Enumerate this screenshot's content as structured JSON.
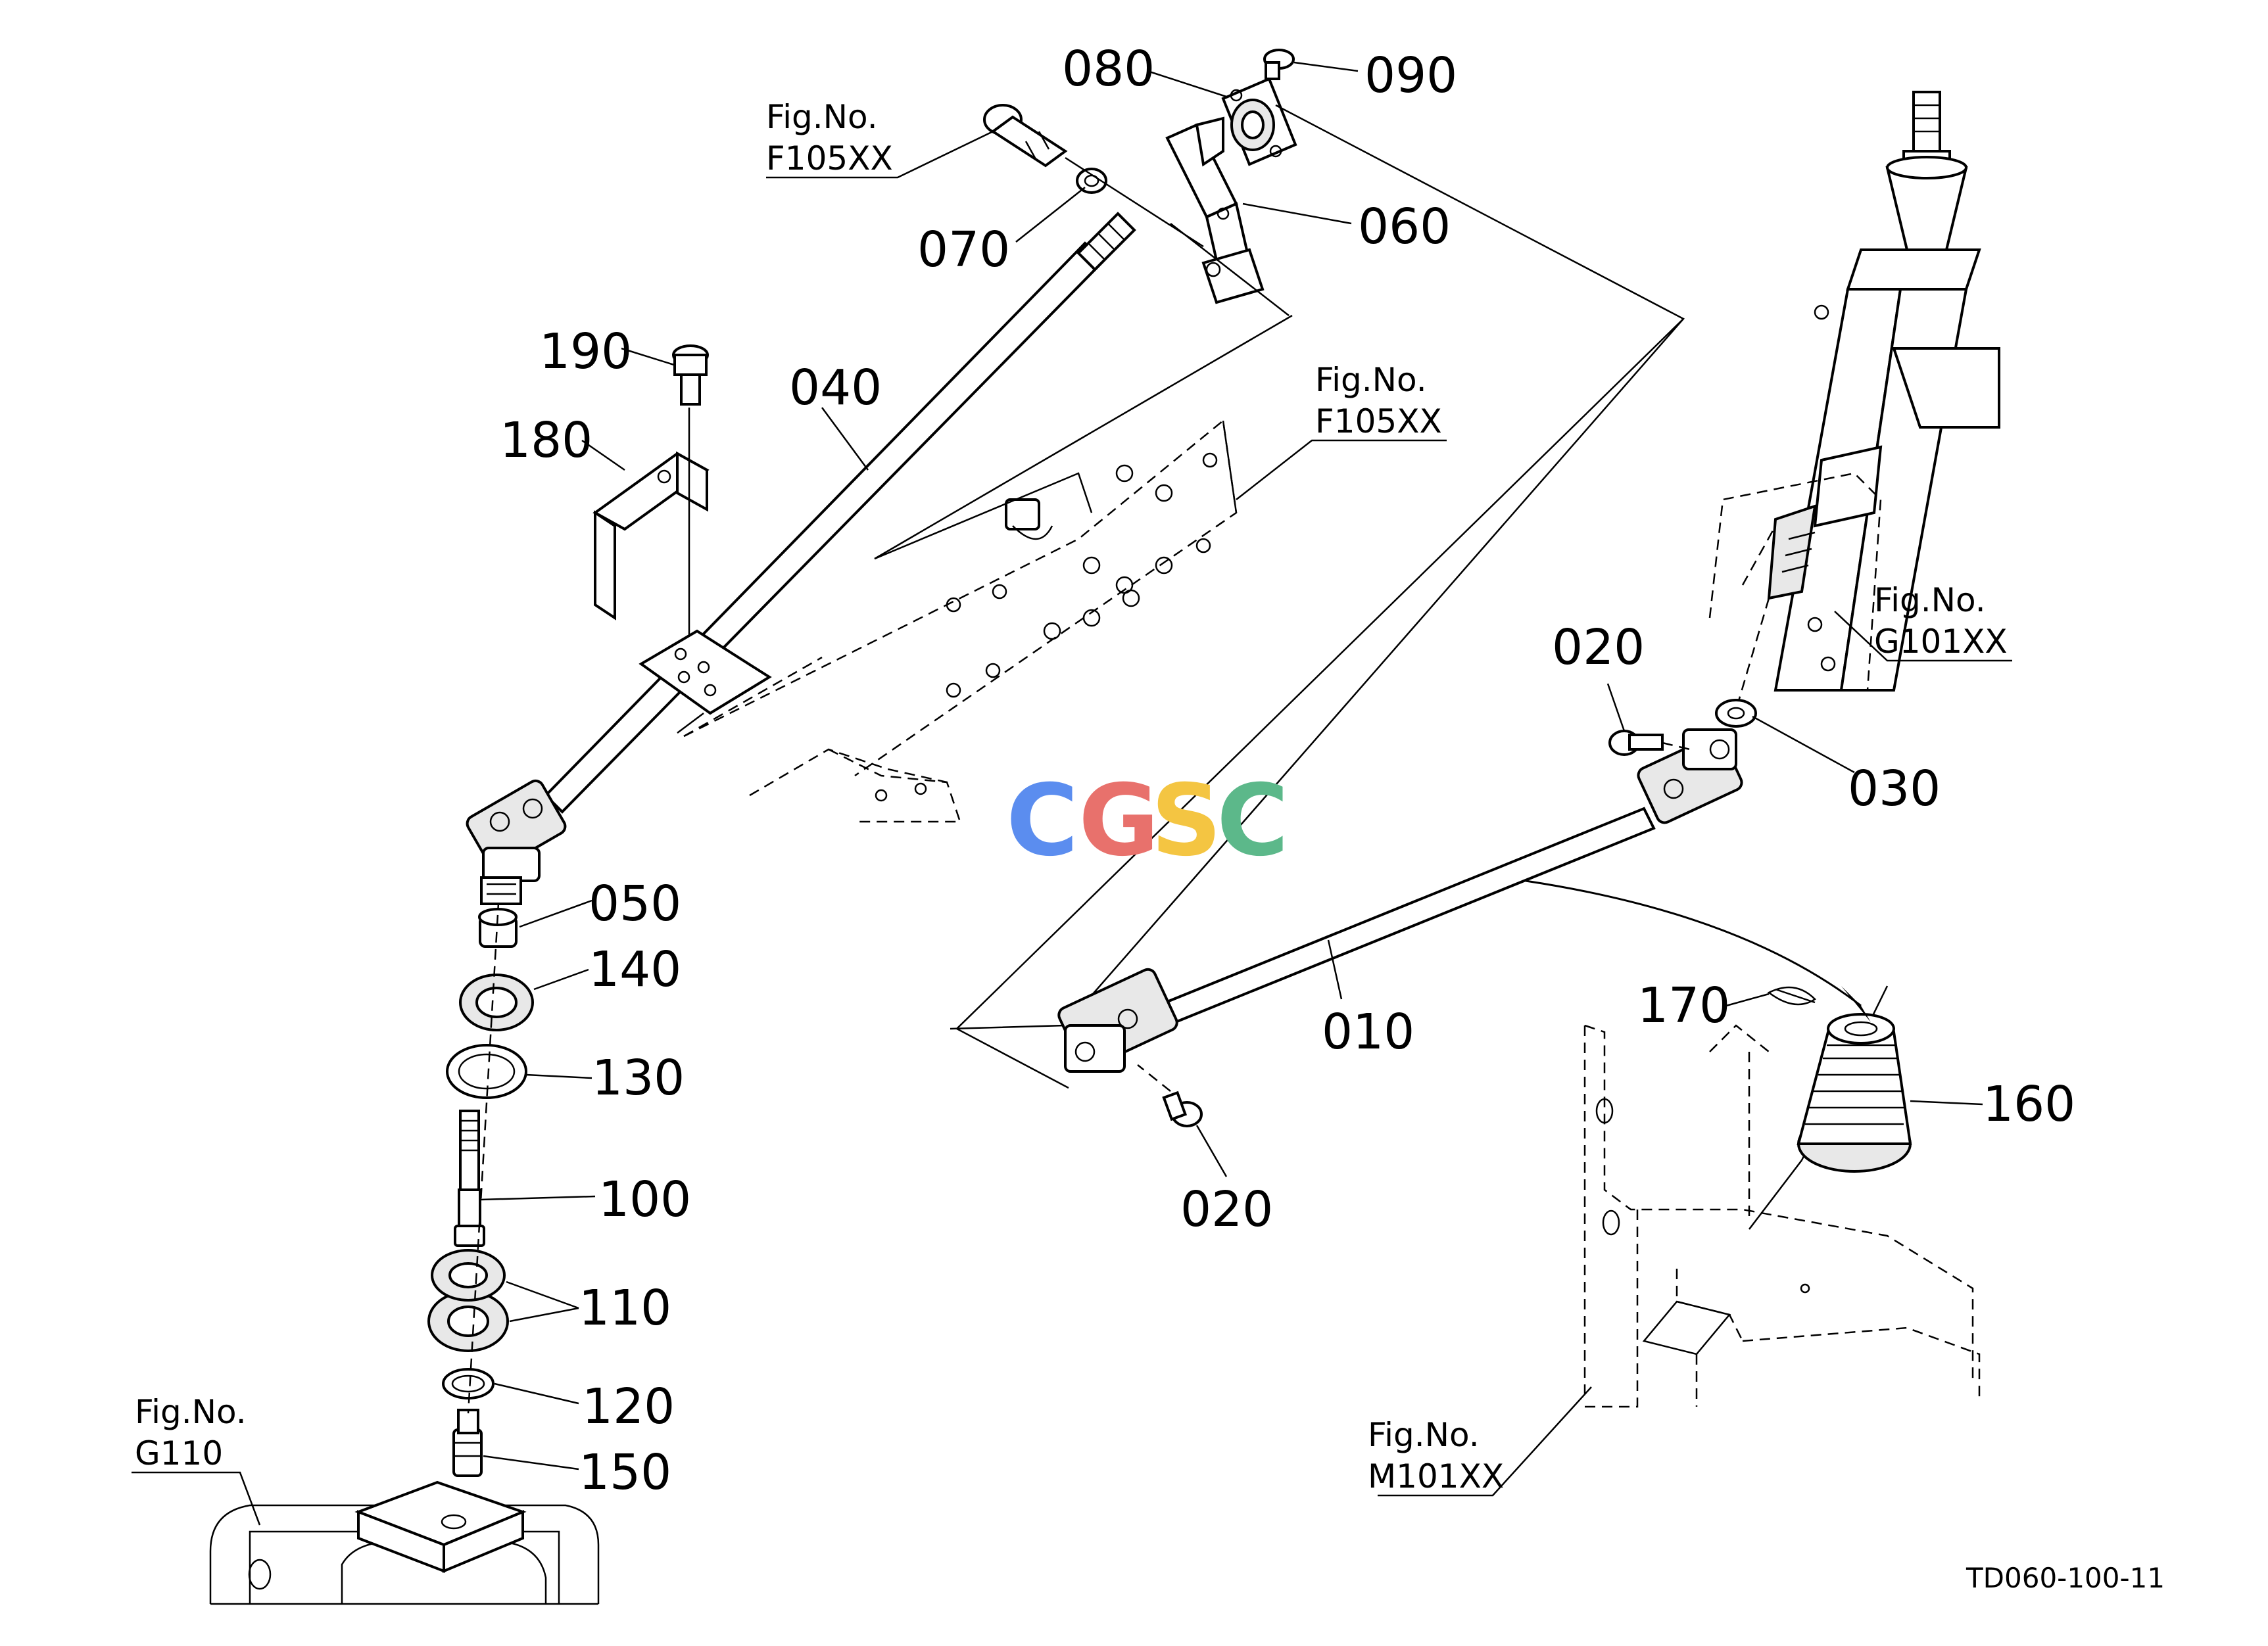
{
  "labels": {
    "p010": "010",
    "p020a": "020",
    "p020b": "020",
    "p030": "030",
    "p040": "040",
    "p050": "050",
    "p060": "060",
    "p070": "070",
    "p080": "080",
    "p090": "090",
    "p100": "100",
    "p110": "110",
    "p120": "120",
    "p130": "130",
    "p140": "140",
    "p150": "150",
    "p160": "160",
    "p170": "170",
    "p180": "180",
    "p190": "190"
  },
  "refs": {
    "f105_top": {
      "line1": "Fig.No.",
      "line2": "F105XX"
    },
    "f105_mid": {
      "line1": "Fig.No.",
      "line2": "F105XX"
    },
    "g101": {
      "line1": "Fig.No.",
      "line2": "G101XX"
    },
    "g110": {
      "line1": "Fig.No.",
      "line2": "G110"
    },
    "m101": {
      "line1": "Fig.No.",
      "line2": "M101XX"
    }
  },
  "watermark": {
    "letters": [
      "C",
      "G",
      "S",
      "C"
    ],
    "colors": [
      "#5b8def",
      "#e8716c",
      "#f4c542",
      "#5cb88a"
    ]
  },
  "drawing_code": "TD060-100-11"
}
